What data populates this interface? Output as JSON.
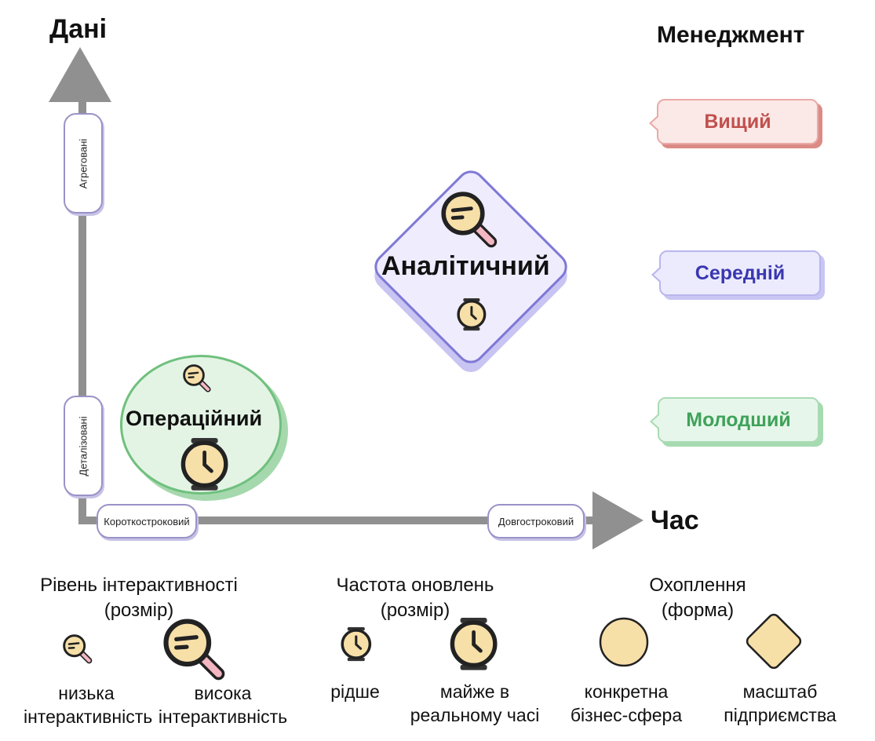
{
  "axes": {
    "y_title": "Дані",
    "x_title": "Час",
    "y_top_tag": "Агреговані",
    "y_bottom_tag": "Деталізовані",
    "x_left_tag": "Короткостроковий",
    "x_right_tag": "Довгостроковий"
  },
  "management": {
    "title": "Менеджмент",
    "levels": [
      "Вищий",
      "Середній",
      "Молодший"
    ],
    "colors": {
      "high": "#c0504d",
      "mid": "#3a37b0",
      "low": "#3fa25a"
    }
  },
  "nodes": {
    "operational": "Операційний",
    "analytical": "Аналітичний"
  },
  "legend": {
    "interactivity": {
      "title_line1": "Рівень інтерактивності",
      "title_line2": "(розмір)",
      "low": "низька\nінтерактивність",
      "high": "висока\nінтерактивність"
    },
    "frequency": {
      "title_line1": "Частота оновлень",
      "title_line2": "(розмір)",
      "low": "рідше",
      "high": "майже в\nреальному часі"
    },
    "coverage": {
      "title_line1": "Охоплення",
      "title_line2": "(форма)",
      "circle": "конкретна\nбізнес-сфера",
      "diamond": "масштаб\nпідприємства"
    }
  },
  "icons": {
    "interactivity": "magnifier-icon",
    "frequency": "watch-icon"
  }
}
